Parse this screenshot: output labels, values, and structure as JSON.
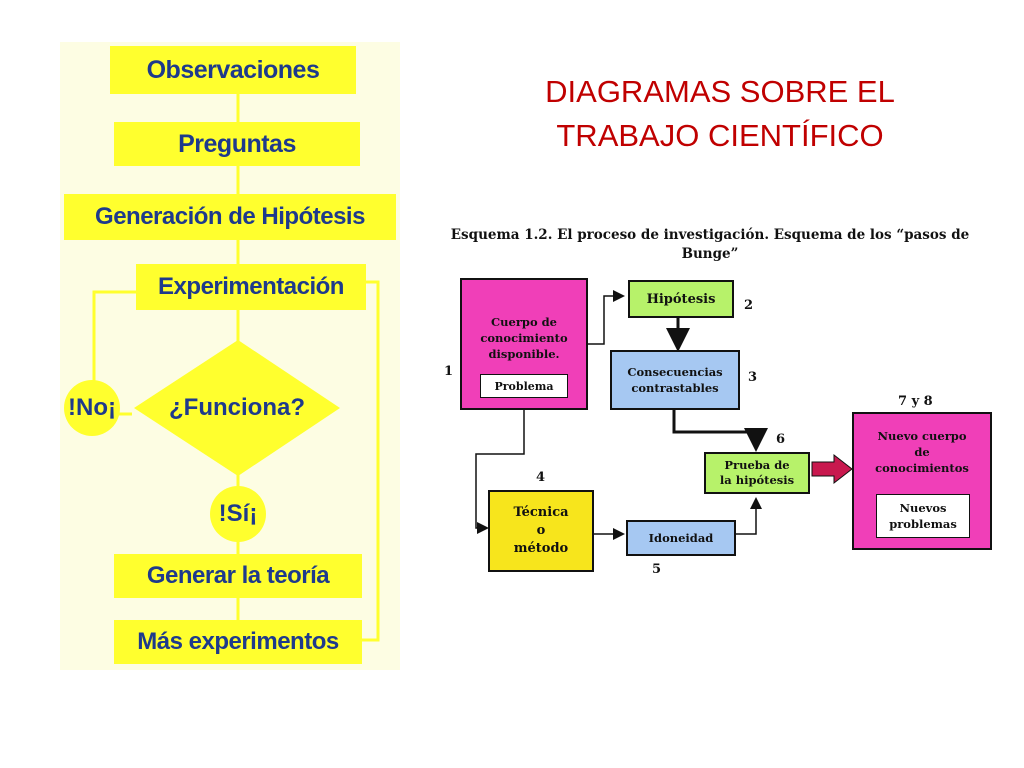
{
  "title": "DIAGRAMAS SOBRE EL TRABAJO CIENTÍFICO",
  "colors": {
    "flow_yellow": "#ffff2e",
    "flow_text": "#1e3a8c",
    "title_red": "#c00000",
    "magenta": "#f03fb8",
    "green": "#b7f26a",
    "blue": "#a6c8f2",
    "gold": "#f7e51c"
  },
  "flowchart": {
    "steps": {
      "observaciones": "Observaciones",
      "preguntas": "Preguntas",
      "hipotesis": "Generación de Hipótesis",
      "experimentacion": "Experimentación",
      "funciona": "¿Funciona?",
      "no": "!No¡",
      "si": "!Sí¡",
      "teoria": "Generar la teoría",
      "mas": "Más experimentos"
    }
  },
  "scheme": {
    "title": "Esquema 1.2. El proceso de investigación. Esquema de los “pasos de Bunge”",
    "cuerpo": "Cuerpo de\nconocimiento\ndisponible.",
    "problema": "Problema",
    "hipotesis": "Hipótesis",
    "consecuencias": "Consecuencias\ncontrastables",
    "prueba": "Prueba de\nla hipótesis",
    "tecnica": "Técnica\no\nmétodo",
    "idoneidad": "Idoneidad",
    "nuevo": "Nuevo cuerpo\nde\nconocimientos",
    "nuevos_problemas": "Nuevos\nproblemas",
    "numbers": {
      "n1": "1",
      "n2": "2",
      "n3": "3",
      "n4": "4",
      "n5": "5",
      "n6": "6",
      "n78": "7 y 8"
    }
  }
}
